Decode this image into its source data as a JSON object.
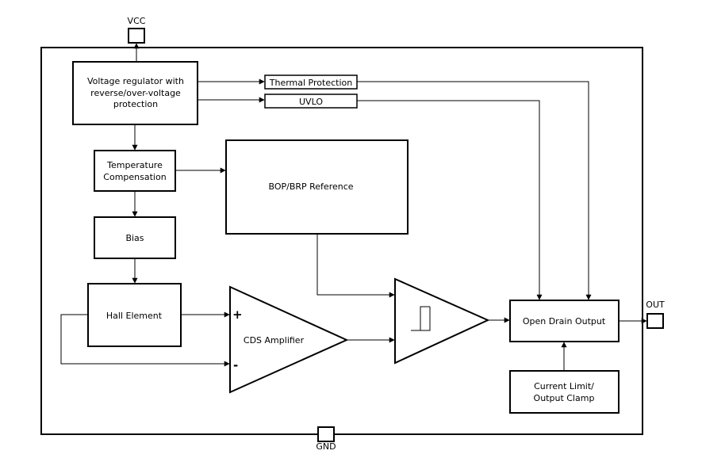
{
  "pins": {
    "vcc": "VCC",
    "gnd": "GND",
    "out": "OUT"
  },
  "blocks": {
    "regulator": [
      "Voltage regulator with",
      "reverse/over-voltage",
      "protection"
    ],
    "thermal": "Thermal Protection",
    "uvlo": "UVLO",
    "temp_comp": [
      "Temperature",
      "Compensation"
    ],
    "reference": "BOP/BRP Reference",
    "bias": "Bias",
    "hall": "Hall Element",
    "amplifier": "CDS Amplifier",
    "amp_plus": "+",
    "amp_minus": "-",
    "output": "Open Drain Output",
    "clamp": [
      "Current Limit/",
      "Output Clamp"
    ]
  }
}
